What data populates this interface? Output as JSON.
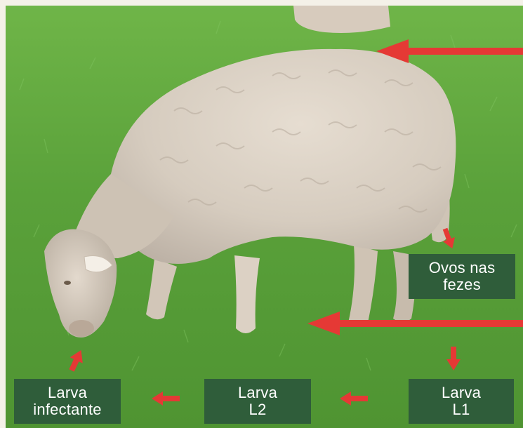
{
  "labels": {
    "eggs": "Ovos nas\nfezes",
    "l1": "Larva\nL1",
    "l2": "Larva\nL2",
    "infective": "Larva\ninfectante"
  },
  "colors": {
    "arrow": "#e53935",
    "label_box": "#2f5d3a",
    "grass": "#5ea43c",
    "wool": "#d8d0c4",
    "frame": "#f4f1e8"
  }
}
